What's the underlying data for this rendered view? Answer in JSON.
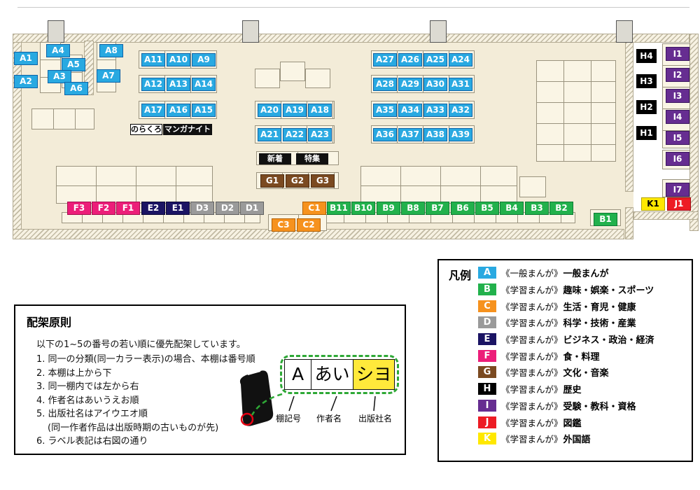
{
  "map": {
    "labels": {
      "A1": "A1",
      "A2": "A2",
      "A3": "A3",
      "A4": "A4",
      "A5": "A5",
      "A6": "A6",
      "A7": "A7",
      "A8": "A8",
      "A9": "A9",
      "A10": "A10",
      "A11": "A11",
      "A12": "A12",
      "A13": "A13",
      "A14": "A14",
      "A15": "A15",
      "A16": "A16",
      "A17": "A17",
      "A18": "A18",
      "A19": "A19",
      "A20": "A20",
      "A21": "A21",
      "A22": "A22",
      "A23": "A23",
      "A24": "A24",
      "A25": "A25",
      "A26": "A26",
      "A27": "A27",
      "A28": "A28",
      "A29": "A29",
      "A30": "A30",
      "A31": "A31",
      "A32": "A32",
      "A33": "A33",
      "A34": "A34",
      "A35": "A35",
      "A36": "A36",
      "A37": "A37",
      "A38": "A38",
      "A39": "A39",
      "B1": "B1",
      "B2": "B2",
      "B3": "B3",
      "B4": "B4",
      "B5": "B5",
      "B6": "B6",
      "B7": "B7",
      "B8": "B8",
      "B9": "B9",
      "B10": "B10",
      "B11": "B11",
      "C1": "C1",
      "C2": "C2",
      "C3": "C3",
      "D1": "D1",
      "D2": "D2",
      "D3": "D3",
      "E1": "E1",
      "E2": "E2",
      "F1": "F1",
      "F2": "F2",
      "F3": "F3",
      "G1": "G1",
      "G2": "G2",
      "G3": "G3",
      "H1": "H1",
      "H2": "H2",
      "H3": "H3",
      "H4": "H4",
      "I1": "I1",
      "I2": "I2",
      "I3": "I3",
      "I4": "I4",
      "I5": "I5",
      "I6": "I6",
      "I7": "I7",
      "J1": "J1",
      "K1": "K1"
    },
    "special": {
      "norakuro": "のらくろ",
      "manganight": "マンガナイト",
      "shinchaku": "新着",
      "tokushu": "特集"
    }
  },
  "legend": {
    "title": "凡例",
    "items": [
      {
        "code": "A",
        "color": "#29a9e1",
        "series": "《一般まんが》",
        "category": "一般まんが"
      },
      {
        "code": "B",
        "color": "#22b14c",
        "series": "《学習まんが》",
        "category": "趣味・娯楽・スポーツ"
      },
      {
        "code": "C",
        "color": "#f6921e",
        "series": "《学習まんが》",
        "category": "生活・育児・健康"
      },
      {
        "code": "D",
        "color": "#9a9a9a",
        "series": "《学習まんが》",
        "category": "科学・技術・産業"
      },
      {
        "code": "E",
        "color": "#1b1464",
        "series": "《学習まんが》",
        "category": "ビジネス・政治・経済"
      },
      {
        "code": "F",
        "color": "#ec1e79",
        "series": "《学習まんが》",
        "category": "食・料理"
      },
      {
        "code": "G",
        "color": "#7b4a21",
        "series": "《学習まんが》",
        "category": "文化・音楽"
      },
      {
        "code": "H",
        "color": "#000000",
        "series": "《学習まんが》",
        "category": "歴史"
      },
      {
        "code": "I",
        "color": "#662d91",
        "series": "《学習まんが》",
        "category": "受験・教科・資格"
      },
      {
        "code": "J",
        "color": "#ed1c24",
        "series": "《学習まんが》",
        "category": "図鑑"
      },
      {
        "code": "K",
        "color": "#ffe800",
        "series": "《学習まんが》",
        "category": "外国語"
      }
    ]
  },
  "principles": {
    "title": "配架原則",
    "intro": "以下の1~5の番号の若い順に優先配架しています。",
    "rules": [
      "1. 同一の分類(同一カラー表示)の場合、本棚は番号順",
      "2. 本棚は上から下",
      "3. 同一棚内では左から右",
      "4. 作者名はあいうえお順",
      "5. 出版社名はアイウエオ順",
      "(同一作者作品は出版時期の古いものが先)",
      "6. ラベル表記は右図の通り"
    ],
    "example": {
      "shelf": "A",
      "author": "あい",
      "publisher": "シヨ"
    },
    "captions": {
      "shelf": "棚記号",
      "author": "作者名",
      "publisher": "出版社名"
    }
  }
}
